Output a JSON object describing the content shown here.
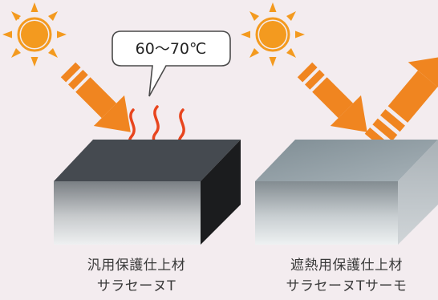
{
  "temperature_label": "60～70℃",
  "products": [
    {
      "line1": "汎用保護仕上材",
      "line2": "サラセーヌT"
    },
    {
      "line1": "遮熱用保護仕上材",
      "line2": "サラセーヌTサーモ"
    }
  ],
  "colors": {
    "background": "#f3ecef",
    "sun": "#f39a1f",
    "arrow": "#f08520",
    "heat_waves": "#e8451e",
    "dark_block_top": "#454a50",
    "cool_block_top": "#8d9aa1"
  },
  "icons": [
    "sun-icon",
    "sunlight-arrow-icon",
    "reflected-arrow-icon",
    "heat-wave-icon",
    "speech-bubble"
  ]
}
